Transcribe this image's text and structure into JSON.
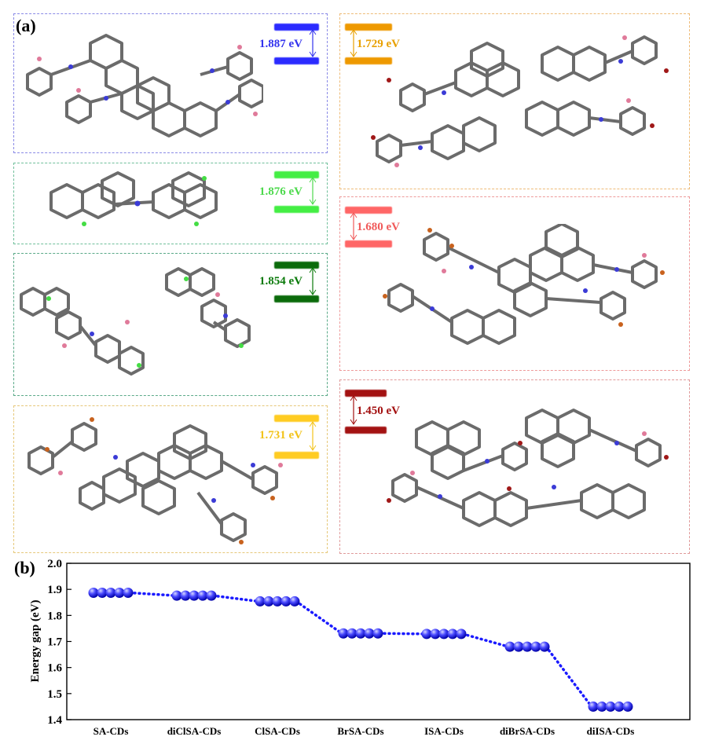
{
  "panel_a": {
    "label": "(a)",
    "boxes": [
      {
        "gap": "1.887 eV",
        "color": "#3333ee",
        "border": "#8a8ae6",
        "bar_color": "#2b2bff"
      },
      {
        "gap": "1.876 eV",
        "color": "#4dd94d",
        "border": "#6fbf9a",
        "bar_color": "#44ee44"
      },
      {
        "gap": "1.854 eV",
        "color": "#0b7a0b",
        "border": "#5aaa88",
        "bar_color": "#0b6b0b"
      },
      {
        "gap": "1.731 eV",
        "color": "#f2c31a",
        "border": "#e6c87a",
        "bar_color": "#ffcc22"
      },
      {
        "gap": "1.729 eV",
        "color": "#e8a000",
        "border": "#eebb77",
        "bar_color": "#ee9900"
      },
      {
        "gap": "1.680 eV",
        "color": "#f05a5a",
        "border": "#ee9a9a",
        "bar_color": "#ff6666"
      },
      {
        "gap": "1.450 eV",
        "color": "#a31010",
        "border": "#e09a9a",
        "bar_color": "#a31212"
      }
    ]
  },
  "panel_b": {
    "label": "(b)"
  },
  "chart_data": {
    "type": "line",
    "title": "",
    "xlabel": "",
    "ylabel": "Energy gap (eV)",
    "categories": [
      "SA-CDs",
      "diClSA-CDs",
      "ClSA-CDs",
      "BrSA-CDs",
      "ISA-CDs",
      "diBrSA-CDs",
      "diISA-CDs"
    ],
    "values": [
      1.887,
      1.876,
      1.854,
      1.731,
      1.729,
      1.68,
      1.45
    ],
    "ylim": [
      1.4,
      2.0
    ],
    "yticks": [
      "1.4",
      "1.5",
      "1.6",
      "1.7",
      "1.8",
      "1.9",
      "2.0"
    ],
    "color": "#1a1aff",
    "line_style": "dotted",
    "marker": "row of five spheres",
    "grid": false,
    "legend": "none"
  }
}
